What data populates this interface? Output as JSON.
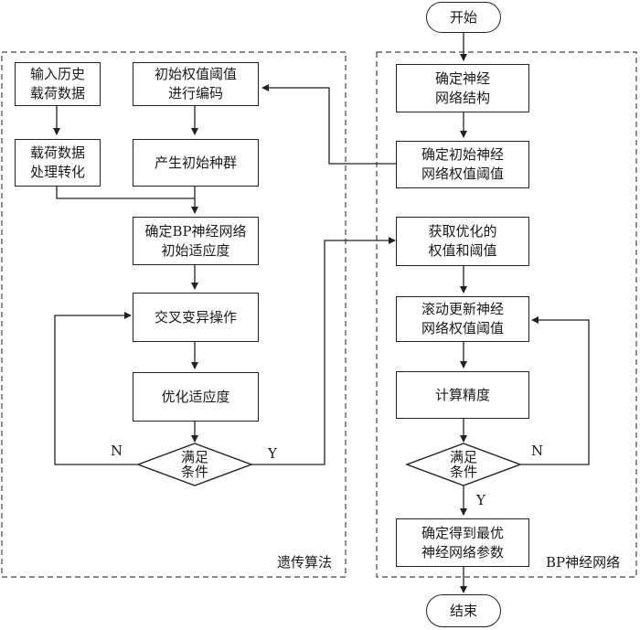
{
  "groups": {
    "ga": "遗传算法",
    "bp": "BP神经网络"
  },
  "nodes": {
    "start": "开始",
    "end": "结束",
    "input_history": "输入历史\n载荷数据",
    "load_transform": "载荷数据\n处理转化",
    "encode": "初始权值阈值\n进行编码",
    "init_population": "产生初始种群",
    "init_fitness": "确定BP神经网络\n初始适应度",
    "crossover": "交叉变异操作",
    "optimize_fitness": "优化适应度",
    "ga_condition": "满足\n条件",
    "nn_structure": "确定神经\n网络结构",
    "nn_init_weights": "确定初始神经\n网络权值阈值",
    "get_optimized": "获取优化的\n权值和阈值",
    "rolling_update": "滚动更新神经\n网络权值阈值",
    "compute_accuracy": "计算精度",
    "bp_condition": "满足\n条件",
    "final_params": "确定得到最优\n神经网络参数"
  },
  "branch_labels": {
    "ga_no": "N",
    "ga_yes": "Y",
    "bp_no": "N",
    "bp_yes": "Y"
  }
}
